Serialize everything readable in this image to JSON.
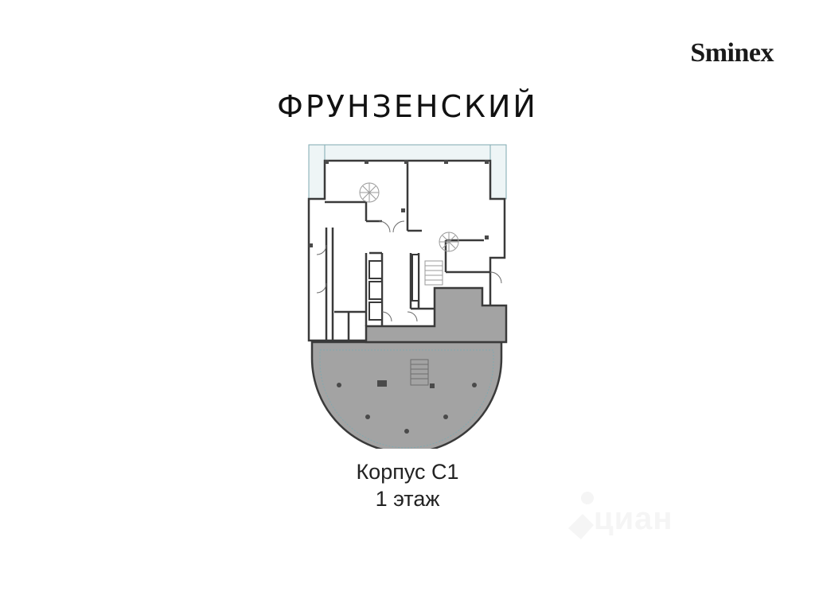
{
  "brand": {
    "logo_text": "Sminex"
  },
  "header": {
    "title": "ФРУНЗЕНСКИЙ"
  },
  "plan": {
    "icon": "floor-plan",
    "colors": {
      "wall": "#3a3a3a",
      "hall_fill": "#a3a3a3",
      "glazing": "#cfe1e4",
      "column": "#4a4a4a"
    }
  },
  "caption": {
    "building": "Корпус С1",
    "floor": "1 этаж"
  },
  "watermark": {
    "text": "циан",
    "icon": "cian-logo-icon"
  }
}
